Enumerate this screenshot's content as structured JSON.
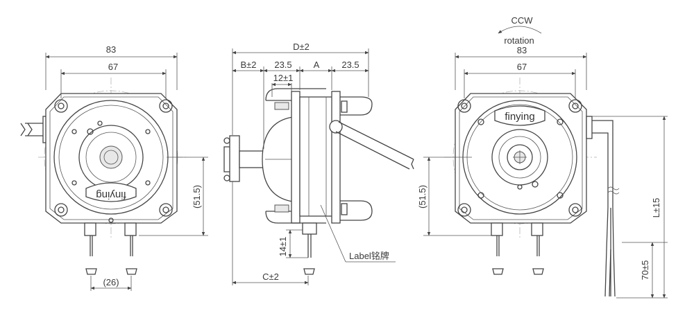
{
  "front_view": {
    "dim_overall_width": "83",
    "dim_hole_spacing": "67",
    "dim_height": "(51.5)",
    "dim_terminal_spacing": "(26)",
    "brand_logo": "finying"
  },
  "side_view": {
    "dim_overall_length": "D±2",
    "dim_b": "B±2",
    "dim_left_segment": "23.5",
    "dim_a": "A",
    "dim_right_segment": "23.5",
    "dim_hub": "12±1",
    "dim_terminal_length": "14±1",
    "dim_c": "C±2",
    "label_callout": "Label铭牌"
  },
  "rear_view": {
    "rotation_direction": "CCW",
    "rotation_label": "rotation",
    "dim_overall_width": "83",
    "dim_hole_spacing": "67",
    "dim_height": "(51.5)",
    "dim_lead_length": "L±15",
    "dim_strip_length": "70±5",
    "brand_logo": "finying"
  }
}
